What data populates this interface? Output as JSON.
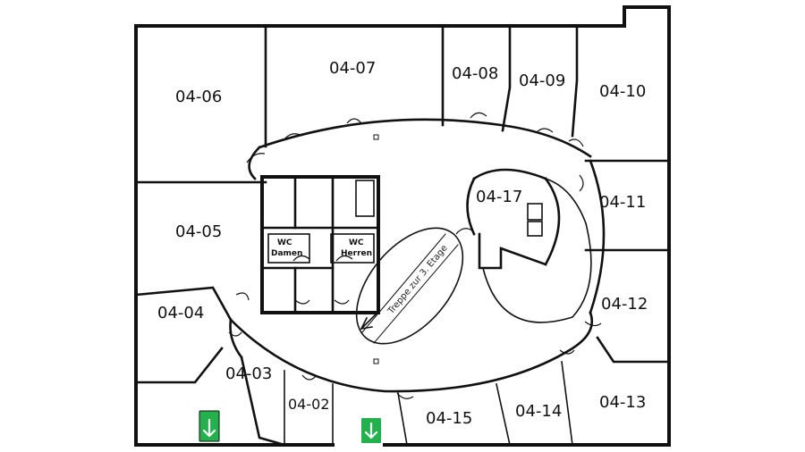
{
  "rooms": {
    "r0406": "04-06",
    "r0407": "04-07",
    "r0408": "04-08",
    "r0409": "04-09",
    "r0410": "04-10",
    "r0411": "04-11",
    "r0412": "04-12",
    "r0413": "04-13",
    "r0414": "04-14",
    "r0415": "04-15",
    "r0417": "04-17",
    "r0405": "04-05",
    "r0404": "04-04",
    "r0403": "04-03",
    "r0402": "04-02"
  },
  "wc": {
    "damen_wc": "WC",
    "damen": "Damen",
    "herren_wc": "WC",
    "herren": "Herren"
  },
  "stairs": {
    "label": "Treppe zur 3. Etage"
  },
  "colors": {
    "exit": "#22b14c",
    "walls": "#111111"
  },
  "icons": {
    "emergency_exit": "down-arrow-icon",
    "stair_direction": "left-arrow-icon"
  }
}
